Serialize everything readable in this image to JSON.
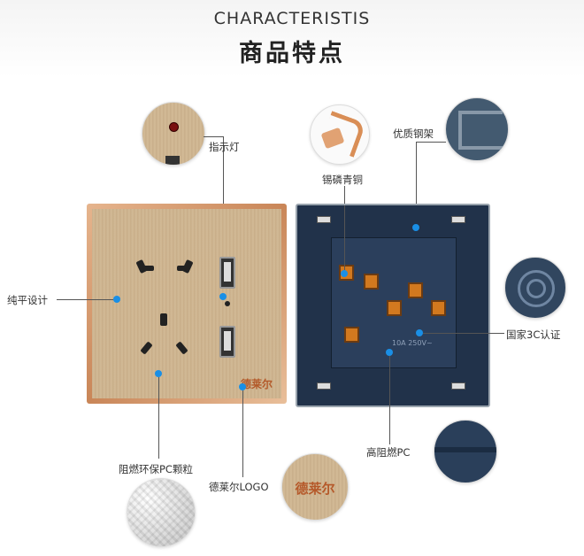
{
  "header": {
    "title_en": "CHARACTERISTIS",
    "title_cn": "商品特点"
  },
  "labels": {
    "indicator": "指示灯",
    "phosphor_bronze": "锡磷青铜",
    "steel_frame": "优质钢架",
    "flat_design": "纯平设计",
    "ccc": "国家3C认证",
    "pc": "高阻燃PC",
    "pellets": "阻燃环保PC颗粒",
    "logo": "德莱尔LOGO"
  },
  "brand": "德莱尔",
  "back_rating": "10A 250V~",
  "colors": {
    "accent_dot": "#1a8fe6",
    "frame_rose_gold": "#c98658",
    "back_navy": "#21324a"
  }
}
